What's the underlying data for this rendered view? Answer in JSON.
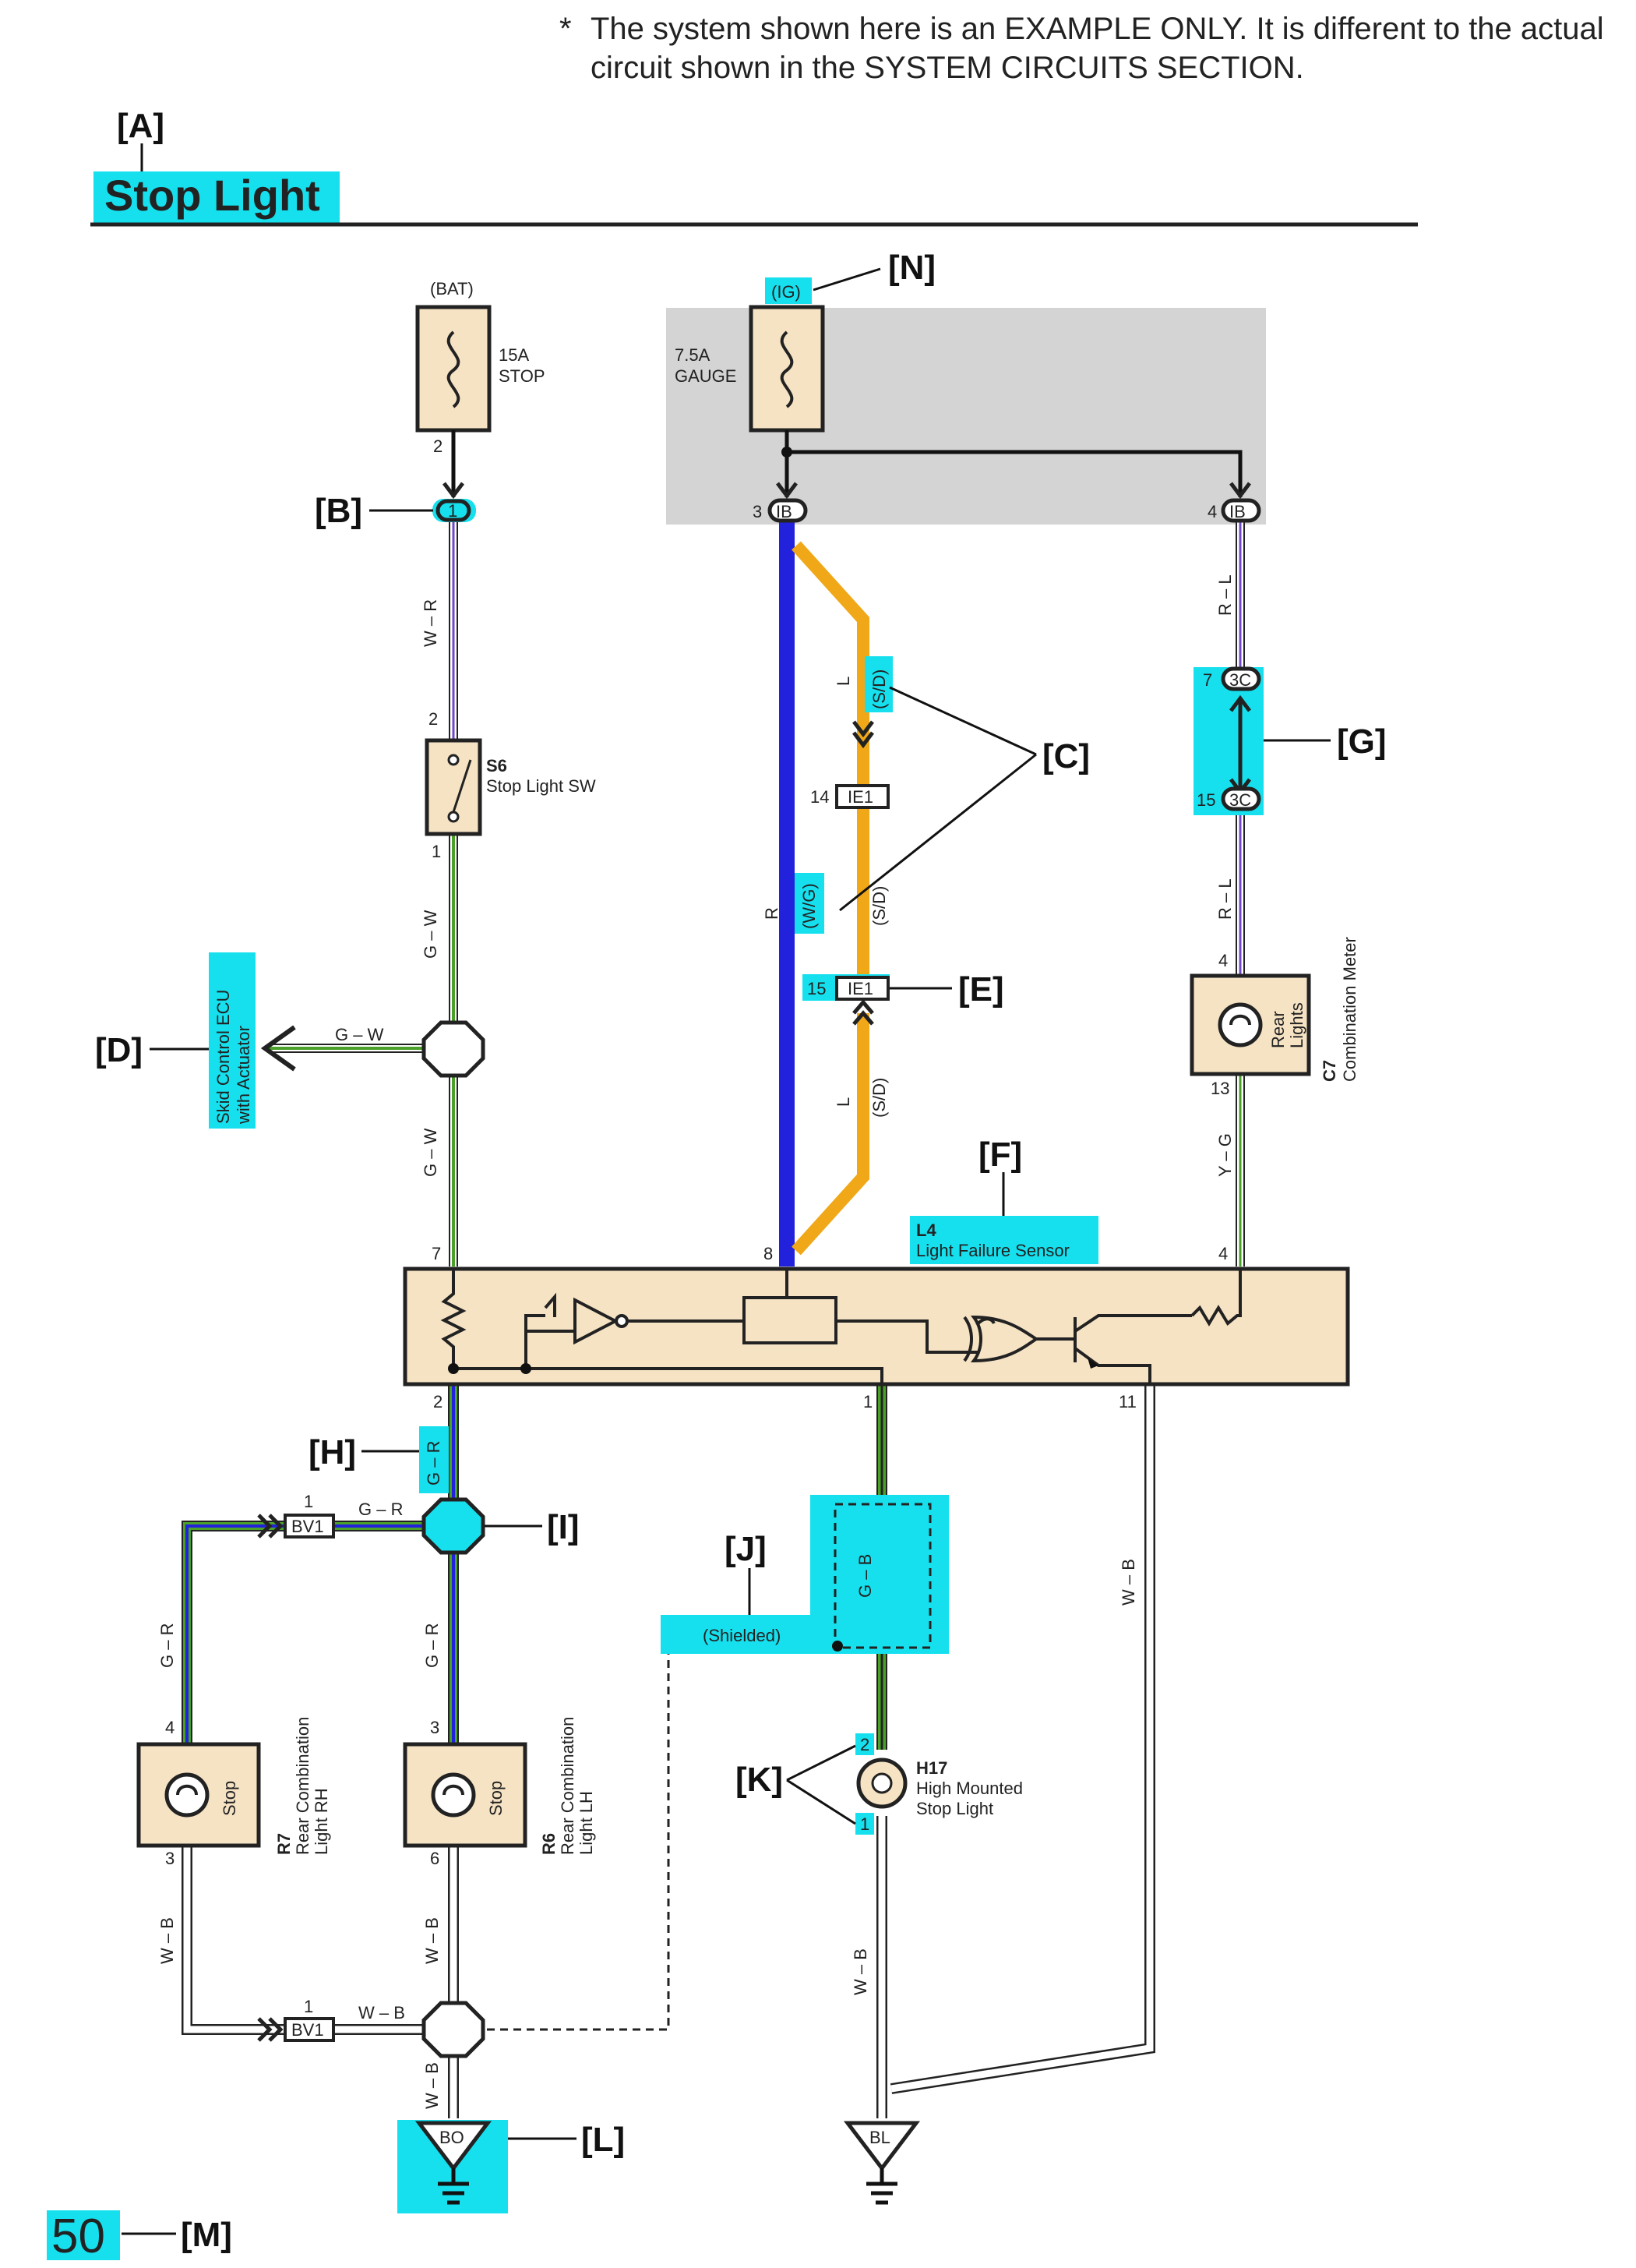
{
  "note": {
    "asterisk": "*",
    "line1": "The system shown here is an EXAMPLE ONLY. It is different to the actual",
    "line2": "circuit shown in the SYSTEM CIRCUITS SECTION."
  },
  "title": {
    "callout": "[A]",
    "text": "Stop Light"
  },
  "page": {
    "number": "50",
    "callout": "[M]"
  },
  "colors": {
    "highlight": "#16e0ee",
    "component": "#f6e3c4",
    "relay_zone": "#d4d4d4",
    "wire_blue": "#2222dd",
    "wire_orange": "#f0a818",
    "wire_green": "#4aa028",
    "wire_violet": "#7048c8"
  },
  "fuses": [
    {
      "supply": "(BAT)",
      "rating": "15A",
      "name": "STOP",
      "pin": "2"
    },
    {
      "supply": "(IG)",
      "rating": "7.5A",
      "name": "GAUGE"
    }
  ],
  "connectors": {
    "b_pin": "1",
    "b_callout": "[B]",
    "ib_left_pin": "3",
    "ib_left": "IB",
    "ib_right_pin": "4",
    "ib_right": "IB",
    "c3_top_pin": "7",
    "c3_top": "3C",
    "c3_bot_pin": "15",
    "c3_bot": "3C",
    "ie1_top_pin": "14",
    "ie1_top": "IE1",
    "ie1_bot_pin": "15",
    "ie1_bot": "IE1",
    "bv1_top_pin": "1",
    "bv1_top": "BV1",
    "bv1_bot_pin": "1",
    "bv1_bot": "BV1"
  },
  "callouts": {
    "c": "[C]",
    "d": "[D]",
    "e": "[E]",
    "f": "[F]",
    "g": "[G]",
    "h": "[H]",
    "i": "[I]",
    "j": "[J]",
    "k": "[K]",
    "l": "[L]",
    "n": "[N]"
  },
  "wire_labels": {
    "w_r": "W – R",
    "g_w_1": "G – W",
    "g_w_2": "G – W",
    "g_w_branch": "G – W",
    "r": "R",
    "l_1": "L",
    "l_2": "L",
    "sd_1": "(S/D)",
    "sd_2": "(S/D)",
    "sd_3": "(S/D)",
    "wg": "(W/G)",
    "r_l_1": "R – L",
    "r_l_2": "R – L",
    "y_g": "Y – G",
    "g_r_h": "G – R",
    "g_r_top": "G – R",
    "g_r_left": "G – R",
    "g_r_mid": "G – R",
    "g_b": "G – B",
    "w_b_right": "W – B",
    "w_b_left": "W – B",
    "w_b_mid": "W – B",
    "w_b_bot": "W – B",
    "w_b_gnd": "W – B",
    "w_b_h17": "W – B"
  },
  "components": {
    "s6": {
      "code": "S6",
      "name": "Stop Light SW",
      "pin_top": "2",
      "pin_bot": "1"
    },
    "c7": {
      "code": "C7",
      "name": "Combination Meter",
      "lamp": "Rear",
      "lamp2": "Lights",
      "pin_top": "4",
      "pin_bot": "13"
    },
    "l4": {
      "code": "L4",
      "name": "Light Failure Sensor",
      "pin_7": "7",
      "pin_8": "8",
      "pin_4": "4",
      "pin_2": "2",
      "pin_1": "1",
      "pin_11": "11"
    },
    "r7": {
      "code": "R7",
      "name1": "Rear Combination",
      "name2": "Light RH",
      "lamp": "Stop",
      "pin_top": "4",
      "pin_bot": "3"
    },
    "r6": {
      "code": "R6",
      "name1": "Rear Combination",
      "name2": "Light LH",
      "lamp": "Stop",
      "pin_top": "3",
      "pin_bot": "6"
    },
    "h17": {
      "code": "H17",
      "name1": "High Mounted",
      "name2": "Stop Light",
      "pin_top": "2",
      "pin_bot": "1"
    }
  },
  "skid_ecu": {
    "line1": "Skid Control ECU",
    "line2": "with Actuator"
  },
  "shield": {
    "label": "(Shielded)"
  },
  "grounds": {
    "left": "BO",
    "right": "BL"
  }
}
